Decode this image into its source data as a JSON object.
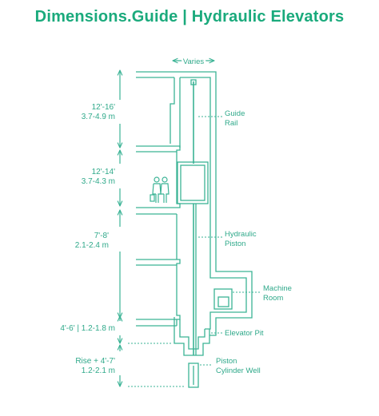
{
  "title": "Dimensions.Guide | Hydraulic Elevators",
  "colors": {
    "accent": "#1aaa7c",
    "line": "#3bb395"
  },
  "labels": {
    "varies": "Varies",
    "guide_rail_1": "Guide",
    "guide_rail_2": "Rail",
    "hydraulic_piston_1": "Hydraulic",
    "hydraulic_piston_2": "Piston",
    "machine_room_1": "Machine",
    "machine_room_2": "Room",
    "elevator_pit": "Elevator Pit",
    "piston_cylinder_1": "Piston",
    "piston_cylinder_2": "Cylinder Well"
  },
  "dimensions": [
    {
      "imperial": "12'-16'",
      "metric": "3.7-4.9 m"
    },
    {
      "imperial": "12'-14'",
      "metric": "3.7-4.3 m"
    },
    {
      "imperial": "7'-8'",
      "metric": "2.1-2.4 m"
    },
    {
      "single": "4'-6' | 1.2-1.8 m"
    },
    {
      "imperial": "Rise + 4'-7'",
      "metric": "1.2-2.1 m"
    }
  ]
}
